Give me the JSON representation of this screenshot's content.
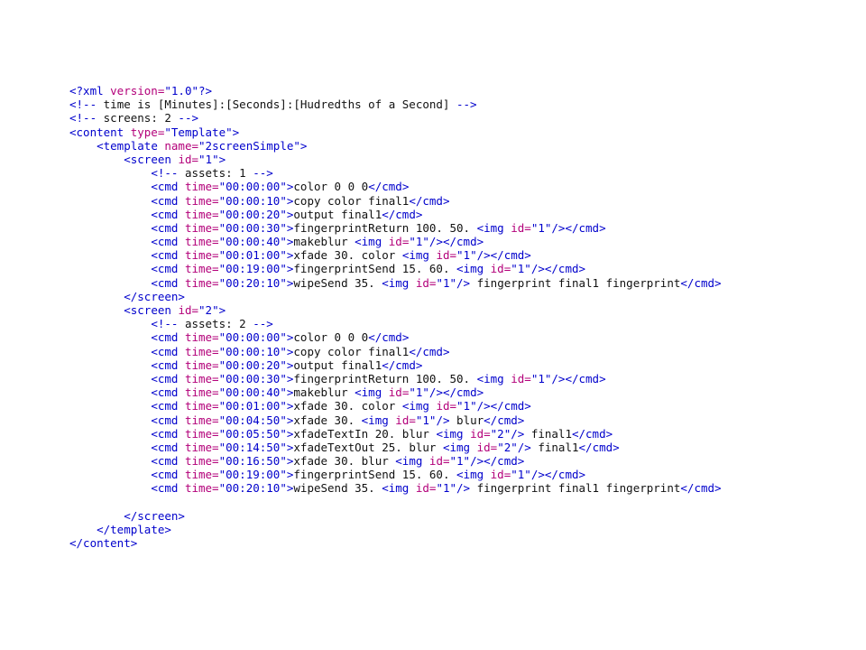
{
  "colors": {
    "tag": "#0000cc",
    "attr": "#b3007a",
    "text": "#111111",
    "background": "#ffffff"
  },
  "lines": [
    [
      {
        "t": "tag",
        "v": "<?xml "
      },
      {
        "t": "attr",
        "v": "version="
      },
      {
        "t": "val",
        "v": "\"1.0\""
      },
      {
        "t": "tag",
        "v": "?>"
      }
    ],
    [
      {
        "t": "tag",
        "v": "<!-- "
      },
      {
        "t": "text",
        "v": "time is [Minutes]:[Seconds]:[Hudredths of a Second]"
      },
      {
        "t": "tag",
        "v": " -->"
      }
    ],
    [
      {
        "t": "tag",
        "v": "<!-- "
      },
      {
        "t": "text",
        "v": "screens: 2"
      },
      {
        "t": "tag",
        "v": " -->"
      }
    ],
    [
      {
        "t": "tag",
        "v": "<content "
      },
      {
        "t": "attr",
        "v": "type="
      },
      {
        "t": "val",
        "v": "\"Template\""
      },
      {
        "t": "tag",
        "v": ">"
      }
    ],
    [
      {
        "t": "text",
        "v": "    "
      },
      {
        "t": "tag",
        "v": "<template "
      },
      {
        "t": "attr",
        "v": "name="
      },
      {
        "t": "val",
        "v": "\"2screenSimple\""
      },
      {
        "t": "tag",
        "v": ">"
      }
    ],
    [
      {
        "t": "text",
        "v": "        "
      },
      {
        "t": "tag",
        "v": "<screen "
      },
      {
        "t": "attr",
        "v": "id="
      },
      {
        "t": "val",
        "v": "\"1\""
      },
      {
        "t": "tag",
        "v": ">"
      }
    ],
    [
      {
        "t": "text",
        "v": "            "
      },
      {
        "t": "tag",
        "v": "<!-- "
      },
      {
        "t": "text",
        "v": "assets: 1"
      },
      {
        "t": "tag",
        "v": " -->"
      }
    ],
    [
      {
        "t": "text",
        "v": "            "
      },
      {
        "t": "tag",
        "v": "<cmd "
      },
      {
        "t": "attr",
        "v": "time="
      },
      {
        "t": "val",
        "v": "\"00:00:00\""
      },
      {
        "t": "tag",
        "v": ">"
      },
      {
        "t": "text",
        "v": "color 0 0 0"
      },
      {
        "t": "tag",
        "v": "</cmd>"
      }
    ],
    [
      {
        "t": "text",
        "v": "            "
      },
      {
        "t": "tag",
        "v": "<cmd "
      },
      {
        "t": "attr",
        "v": "time="
      },
      {
        "t": "val",
        "v": "\"00:00:10\""
      },
      {
        "t": "tag",
        "v": ">"
      },
      {
        "t": "text",
        "v": "copy color final1"
      },
      {
        "t": "tag",
        "v": "</cmd>"
      }
    ],
    [
      {
        "t": "text",
        "v": "            "
      },
      {
        "t": "tag",
        "v": "<cmd "
      },
      {
        "t": "attr",
        "v": "time="
      },
      {
        "t": "val",
        "v": "\"00:00:20\""
      },
      {
        "t": "tag",
        "v": ">"
      },
      {
        "t": "text",
        "v": "output final1"
      },
      {
        "t": "tag",
        "v": "</cmd>"
      }
    ],
    [
      {
        "t": "text",
        "v": "            "
      },
      {
        "t": "tag",
        "v": "<cmd "
      },
      {
        "t": "attr",
        "v": "time="
      },
      {
        "t": "val",
        "v": "\"00:00:30\""
      },
      {
        "t": "tag",
        "v": ">"
      },
      {
        "t": "text",
        "v": "fingerprintReturn 100. 50. "
      },
      {
        "t": "tag",
        "v": "<img "
      },
      {
        "t": "attr",
        "v": "id="
      },
      {
        "t": "val",
        "v": "\"1\""
      },
      {
        "t": "tag",
        "v": "/></cmd>"
      }
    ],
    [
      {
        "t": "text",
        "v": "            "
      },
      {
        "t": "tag",
        "v": "<cmd "
      },
      {
        "t": "attr",
        "v": "time="
      },
      {
        "t": "val",
        "v": "\"00:00:40\""
      },
      {
        "t": "tag",
        "v": ">"
      },
      {
        "t": "text",
        "v": "makeblur "
      },
      {
        "t": "tag",
        "v": "<img "
      },
      {
        "t": "attr",
        "v": "id="
      },
      {
        "t": "val",
        "v": "\"1\""
      },
      {
        "t": "tag",
        "v": "/></cmd>"
      }
    ],
    [
      {
        "t": "text",
        "v": "            "
      },
      {
        "t": "tag",
        "v": "<cmd "
      },
      {
        "t": "attr",
        "v": "time="
      },
      {
        "t": "val",
        "v": "\"00:01:00\""
      },
      {
        "t": "tag",
        "v": ">"
      },
      {
        "t": "text",
        "v": "xfade 30. color "
      },
      {
        "t": "tag",
        "v": "<img "
      },
      {
        "t": "attr",
        "v": "id="
      },
      {
        "t": "val",
        "v": "\"1\""
      },
      {
        "t": "tag",
        "v": "/></cmd>"
      }
    ],
    [
      {
        "t": "text",
        "v": "            "
      },
      {
        "t": "tag",
        "v": "<cmd "
      },
      {
        "t": "attr",
        "v": "time="
      },
      {
        "t": "val",
        "v": "\"00:19:00\""
      },
      {
        "t": "tag",
        "v": ">"
      },
      {
        "t": "text",
        "v": "fingerprintSend 15. 60. "
      },
      {
        "t": "tag",
        "v": "<img "
      },
      {
        "t": "attr",
        "v": "id="
      },
      {
        "t": "val",
        "v": "\"1\""
      },
      {
        "t": "tag",
        "v": "/></cmd>"
      }
    ],
    [
      {
        "t": "text",
        "v": "            "
      },
      {
        "t": "tag",
        "v": "<cmd "
      },
      {
        "t": "attr",
        "v": "time="
      },
      {
        "t": "val",
        "v": "\"00:20:10\""
      },
      {
        "t": "tag",
        "v": ">"
      },
      {
        "t": "text",
        "v": "wipeSend 35. "
      },
      {
        "t": "tag",
        "v": "<img "
      },
      {
        "t": "attr",
        "v": "id="
      },
      {
        "t": "val",
        "v": "\"1\""
      },
      {
        "t": "tag",
        "v": "/>"
      },
      {
        "t": "text",
        "v": " fingerprint final1 fingerprint"
      },
      {
        "t": "tag",
        "v": "</cmd>"
      }
    ],
    [
      {
        "t": "text",
        "v": "        "
      },
      {
        "t": "tag",
        "v": "</screen>"
      }
    ],
    [
      {
        "t": "text",
        "v": "        "
      },
      {
        "t": "tag",
        "v": "<screen "
      },
      {
        "t": "attr",
        "v": "id="
      },
      {
        "t": "val",
        "v": "\"2\""
      },
      {
        "t": "tag",
        "v": ">"
      }
    ],
    [
      {
        "t": "text",
        "v": "            "
      },
      {
        "t": "tag",
        "v": "<!-- "
      },
      {
        "t": "text",
        "v": "assets: 2"
      },
      {
        "t": "tag",
        "v": " -->"
      }
    ],
    [
      {
        "t": "text",
        "v": "            "
      },
      {
        "t": "tag",
        "v": "<cmd "
      },
      {
        "t": "attr",
        "v": "time="
      },
      {
        "t": "val",
        "v": "\"00:00:00\""
      },
      {
        "t": "tag",
        "v": ">"
      },
      {
        "t": "text",
        "v": "color 0 0 0"
      },
      {
        "t": "tag",
        "v": "</cmd>"
      }
    ],
    [
      {
        "t": "text",
        "v": "            "
      },
      {
        "t": "tag",
        "v": "<cmd "
      },
      {
        "t": "attr",
        "v": "time="
      },
      {
        "t": "val",
        "v": "\"00:00:10\""
      },
      {
        "t": "tag",
        "v": ">"
      },
      {
        "t": "text",
        "v": "copy color final1"
      },
      {
        "t": "tag",
        "v": "</cmd>"
      }
    ],
    [
      {
        "t": "text",
        "v": "            "
      },
      {
        "t": "tag",
        "v": "<cmd "
      },
      {
        "t": "attr",
        "v": "time="
      },
      {
        "t": "val",
        "v": "\"00:00:20\""
      },
      {
        "t": "tag",
        "v": ">"
      },
      {
        "t": "text",
        "v": "output final1"
      },
      {
        "t": "tag",
        "v": "</cmd>"
      }
    ],
    [
      {
        "t": "text",
        "v": "            "
      },
      {
        "t": "tag",
        "v": "<cmd "
      },
      {
        "t": "attr",
        "v": "time="
      },
      {
        "t": "val",
        "v": "\"00:00:30\""
      },
      {
        "t": "tag",
        "v": ">"
      },
      {
        "t": "text",
        "v": "fingerprintReturn 100. 50. "
      },
      {
        "t": "tag",
        "v": "<img "
      },
      {
        "t": "attr",
        "v": "id="
      },
      {
        "t": "val",
        "v": "\"1\""
      },
      {
        "t": "tag",
        "v": "/></cmd>"
      }
    ],
    [
      {
        "t": "text",
        "v": "            "
      },
      {
        "t": "tag",
        "v": "<cmd "
      },
      {
        "t": "attr",
        "v": "time="
      },
      {
        "t": "val",
        "v": "\"00:00:40\""
      },
      {
        "t": "tag",
        "v": ">"
      },
      {
        "t": "text",
        "v": "makeblur "
      },
      {
        "t": "tag",
        "v": "<img "
      },
      {
        "t": "attr",
        "v": "id="
      },
      {
        "t": "val",
        "v": "\"1\""
      },
      {
        "t": "tag",
        "v": "/></cmd>"
      }
    ],
    [
      {
        "t": "text",
        "v": "            "
      },
      {
        "t": "tag",
        "v": "<cmd "
      },
      {
        "t": "attr",
        "v": "time="
      },
      {
        "t": "val",
        "v": "\"00:01:00\""
      },
      {
        "t": "tag",
        "v": ">"
      },
      {
        "t": "text",
        "v": "xfade 30. color "
      },
      {
        "t": "tag",
        "v": "<img "
      },
      {
        "t": "attr",
        "v": "id="
      },
      {
        "t": "val",
        "v": "\"1\""
      },
      {
        "t": "tag",
        "v": "/></cmd>"
      }
    ],
    [
      {
        "t": "text",
        "v": "            "
      },
      {
        "t": "tag",
        "v": "<cmd "
      },
      {
        "t": "attr",
        "v": "time="
      },
      {
        "t": "val",
        "v": "\"00:04:50\""
      },
      {
        "t": "tag",
        "v": ">"
      },
      {
        "t": "text",
        "v": "xfade 30. "
      },
      {
        "t": "tag",
        "v": "<img "
      },
      {
        "t": "attr",
        "v": "id="
      },
      {
        "t": "val",
        "v": "\"1\""
      },
      {
        "t": "tag",
        "v": "/>"
      },
      {
        "t": "text",
        "v": " blur"
      },
      {
        "t": "tag",
        "v": "</cmd>"
      }
    ],
    [
      {
        "t": "text",
        "v": "            "
      },
      {
        "t": "tag",
        "v": "<cmd "
      },
      {
        "t": "attr",
        "v": "time="
      },
      {
        "t": "val",
        "v": "\"00:05:50\""
      },
      {
        "t": "tag",
        "v": ">"
      },
      {
        "t": "text",
        "v": "xfadeTextIn 20. blur "
      },
      {
        "t": "tag",
        "v": "<img "
      },
      {
        "t": "attr",
        "v": "id="
      },
      {
        "t": "val",
        "v": "\"2\""
      },
      {
        "t": "tag",
        "v": "/>"
      },
      {
        "t": "text",
        "v": " final1"
      },
      {
        "t": "tag",
        "v": "</cmd>"
      }
    ],
    [
      {
        "t": "text",
        "v": "            "
      },
      {
        "t": "tag",
        "v": "<cmd "
      },
      {
        "t": "attr",
        "v": "time="
      },
      {
        "t": "val",
        "v": "\"00:14:50\""
      },
      {
        "t": "tag",
        "v": ">"
      },
      {
        "t": "text",
        "v": "xfadeTextOut 25. blur "
      },
      {
        "t": "tag",
        "v": "<img "
      },
      {
        "t": "attr",
        "v": "id="
      },
      {
        "t": "val",
        "v": "\"2\""
      },
      {
        "t": "tag",
        "v": "/>"
      },
      {
        "t": "text",
        "v": " final1"
      },
      {
        "t": "tag",
        "v": "</cmd>"
      }
    ],
    [
      {
        "t": "text",
        "v": "            "
      },
      {
        "t": "tag",
        "v": "<cmd "
      },
      {
        "t": "attr",
        "v": "time="
      },
      {
        "t": "val",
        "v": "\"00:16:50\""
      },
      {
        "t": "tag",
        "v": ">"
      },
      {
        "t": "text",
        "v": "xfade 30. blur "
      },
      {
        "t": "tag",
        "v": "<img "
      },
      {
        "t": "attr",
        "v": "id="
      },
      {
        "t": "val",
        "v": "\"1\""
      },
      {
        "t": "tag",
        "v": "/></cmd>"
      }
    ],
    [
      {
        "t": "text",
        "v": "            "
      },
      {
        "t": "tag",
        "v": "<cmd "
      },
      {
        "t": "attr",
        "v": "time="
      },
      {
        "t": "val",
        "v": "\"00:19:00\""
      },
      {
        "t": "tag",
        "v": ">"
      },
      {
        "t": "text",
        "v": "fingerprintSend 15. 60. "
      },
      {
        "t": "tag",
        "v": "<img "
      },
      {
        "t": "attr",
        "v": "id="
      },
      {
        "t": "val",
        "v": "\"1\""
      },
      {
        "t": "tag",
        "v": "/></cmd>"
      }
    ],
    [
      {
        "t": "text",
        "v": "            "
      },
      {
        "t": "tag",
        "v": "<cmd "
      },
      {
        "t": "attr",
        "v": "time="
      },
      {
        "t": "val",
        "v": "\"00:20:10\""
      },
      {
        "t": "tag",
        "v": ">"
      },
      {
        "t": "text",
        "v": "wipeSend 35. "
      },
      {
        "t": "tag",
        "v": "<img "
      },
      {
        "t": "attr",
        "v": "id="
      },
      {
        "t": "val",
        "v": "\"1\""
      },
      {
        "t": "tag",
        "v": "/>"
      },
      {
        "t": "text",
        "v": " fingerprint final1 fingerprint"
      },
      {
        "t": "tag",
        "v": "</cmd>"
      }
    ],
    [
      {
        "t": "text",
        "v": ""
      }
    ],
    [
      {
        "t": "text",
        "v": "        "
      },
      {
        "t": "tag",
        "v": "</screen>"
      }
    ],
    [
      {
        "t": "text",
        "v": "    "
      },
      {
        "t": "tag",
        "v": "</template>"
      }
    ],
    [
      {
        "t": "tag",
        "v": "</content>"
      }
    ]
  ]
}
